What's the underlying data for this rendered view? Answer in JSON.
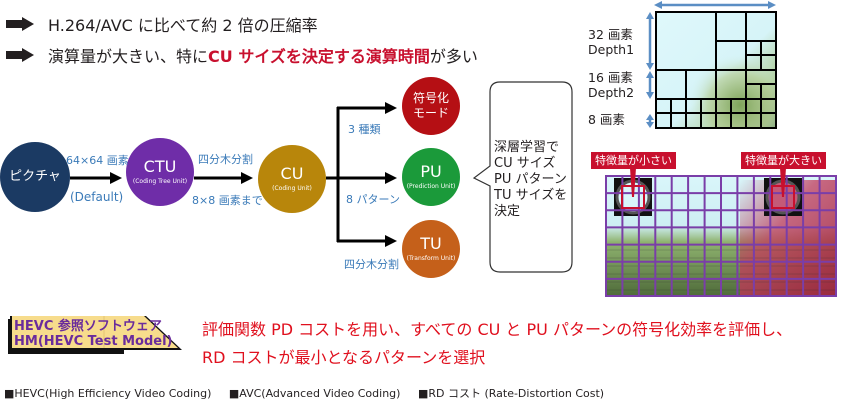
{
  "header": {
    "bullets": [
      {
        "text": "H.264/AVC に比べて約 2 倍の圧縮率"
      },
      {
        "prefix": "演算量が大きい、特に ",
        "highlight": "CU サイズを決定する演算時間",
        "suffix": "が多い"
      }
    ]
  },
  "flow": {
    "picture": {
      "label": "ピクチャ",
      "color": "#1b3a63"
    },
    "ctu": {
      "label": "CTU",
      "sub": "(Coding Tree Unit)",
      "color": "#6f2da8"
    },
    "cu": {
      "label": "CU",
      "sub": "(Coding Unit)",
      "color": "#b8860b"
    },
    "mode": {
      "label_line1": "符号化",
      "label_line2": "モード",
      "color": "#b50f14"
    },
    "pu": {
      "label": "PU",
      "sub": "(Prediction Unit)",
      "color": "#1b9a3a"
    },
    "tu": {
      "label": "TU",
      "sub": "(Transform Unit)",
      "color": "#c5601a"
    },
    "arrow1_top": "64×64 画素",
    "arrow1_bottom": "(Default)",
    "arrow2_top": "四分木分割",
    "arrow2_bottom": "8×8 画素まで",
    "branch_mode": "3 種類",
    "branch_pu": "8 パターン",
    "branch_tu": "四分木分割",
    "accent_blue": "#3a7ab8"
  },
  "callout": {
    "lines": [
      "深層学習で",
      "CU サイズ",
      "PU パターン",
      "TU サイズを",
      "決定"
    ]
  },
  "quadtree": {
    "labels": [
      {
        "line1": "32 画素",
        "line2": "Depth1"
      },
      {
        "line1": "16 画素",
        "line2": "Depth2"
      },
      {
        "line1": "8 画素"
      }
    ],
    "dimension_arrow_color": "#5b8ec4"
  },
  "feature_map": {
    "tag_small": "特徴量が小さい",
    "tag_large": "特徴量が大きい",
    "grid_color": "#7a3ea8",
    "tag_color": "#c8102e",
    "cols": 14,
    "rows": 7
  },
  "hm_box": {
    "line1": "HEVC 参照ソフトウェア",
    "line2": "HM(HEVC Test Model)"
  },
  "description": {
    "line1": "評価関数 PD コストを用い、すべての CU と PU パターンの符号化効率を評価し、",
    "line2": "RD コストが最小となるパターンを選択"
  },
  "footnotes": [
    "■HEVC(High Efficiency Video Coding)",
    "■AVC(Advanced Video Coding)",
    "■RD コスト (Rate-Distortion Cost)"
  ]
}
